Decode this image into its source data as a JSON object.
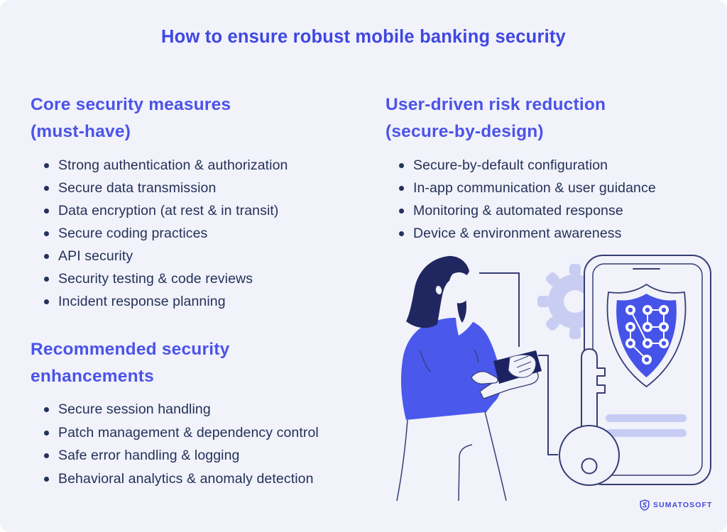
{
  "page": {
    "background_color": "#f1f2fa",
    "text_color": "#243158",
    "accent_blue": "#4653e8"
  },
  "title": {
    "text": "How to ensure robust mobile banking security",
    "color": "#3f47e2"
  },
  "columns": {
    "left": {
      "sections": [
        {
          "heading_line1": "Core security measures",
          "heading_line2": "(must-have)",
          "items": [
            "Strong authentication & authorization",
            "Secure data transmission",
            "Data encryption (at rest & in transit)",
            "Secure coding practices",
            "API security",
            "Security testing & code reviews",
            "Incident response planning"
          ]
        },
        {
          "heading_line1": "Recommended security",
          "heading_line2": "enhancements",
          "items": [
            "Secure session handling",
            "Patch management & dependency control",
            "Safe error handling & logging",
            "Behavioral analytics & anomaly detection"
          ]
        }
      ]
    },
    "right": {
      "sections": [
        {
          "heading_line1": "User-driven risk reduction",
          "heading_line2": "(secure-by-design)",
          "items": [
            "Secure-by-default configuration",
            "In-app communication & user guidance",
            "Monitoring & automated response",
            "Device & environment awareness"
          ]
        }
      ]
    }
  },
  "illustration": {
    "elements": [
      "woman-holding-smartphone",
      "large-phone-frame",
      "security-shield-with-pattern-lock",
      "key",
      "gear",
      "text-placeholder-bars",
      "connector-lines"
    ],
    "shield_color": "#4653e8",
    "outline_color": "#363d73",
    "figure_blue": "#4a59ec",
    "dark_navy": "#20265f",
    "light_accent": "#c9cdf2"
  },
  "logo": {
    "icon": "sumatosoft-shield-icon",
    "text": "SUMATOSOFT",
    "color": "#4449da"
  }
}
